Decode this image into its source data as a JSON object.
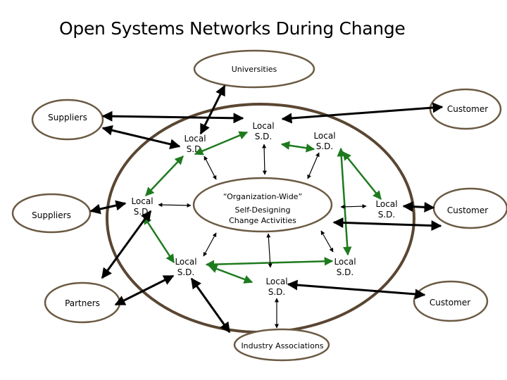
{
  "title": "Open Systems Networks During Change",
  "nodes": {
    "universities": "Universities",
    "suppliers_top": "Suppliers",
    "suppliers_mid": "Suppliers",
    "partners": "Partners",
    "customer_top": "Customer",
    "customer_mid": "Customer",
    "customer_bottom": "Customer",
    "industry": "Industry Associations",
    "center": [
      "“Organization-Wide”",
      "Self-Designing",
      "Change Activities"
    ],
    "local_line1": "Local",
    "local_line2": "S.D."
  },
  "colors": {
    "outer_ring": "#5a4632",
    "node_border": "#6b5a43",
    "black_arrow": "#000000",
    "green_arrow": "#1e7a1e"
  }
}
